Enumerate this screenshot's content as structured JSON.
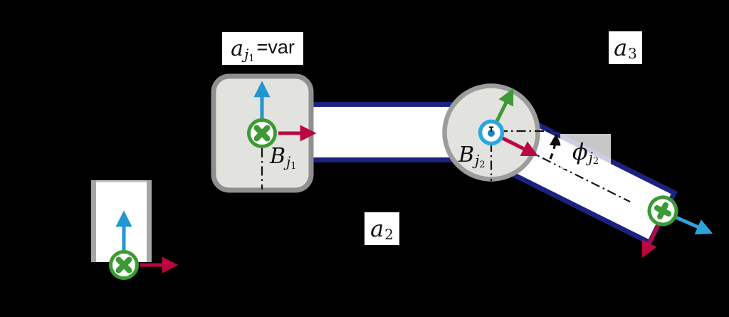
{
  "labels": {
    "prismatic_offset": {
      "base": "a",
      "sub": "j",
      "subsub": "1",
      "suffix": "=var"
    },
    "link_a2": {
      "base": "a",
      "sub": "2"
    },
    "link_a3": {
      "base": "a",
      "sub": "3"
    },
    "frame_Bj1": {
      "base": "B",
      "sub": "j",
      "subsub": "1"
    },
    "frame_Bj2": {
      "base": "B",
      "sub": "j",
      "subsub": "2"
    },
    "joint_angle_phi_j2": {
      "base": "ϕ",
      "sub": "j",
      "subsub": "2"
    }
  },
  "colors": {
    "background": "#000000",
    "x_axis_arrow": "#bb0640",
    "y_axis_arrow": "#2196d0",
    "rotation_axis_arrow": "#3c9a34",
    "end_effector_axis_arrow": "#2ba3dc",
    "link_outline": "#1b2280",
    "link_fill": "#ffffff",
    "joint_body_fill": "#e2e2de",
    "joint_body_outline": "#939393",
    "revolute_hub_ring": "#2ba7e0",
    "label_text": "#111111"
  },
  "icons": {
    "out_of_plane_glyph": "circled-x",
    "into_plane_glyph": "circled-plus",
    "revolute_hub_glyph": "circled-dot"
  }
}
